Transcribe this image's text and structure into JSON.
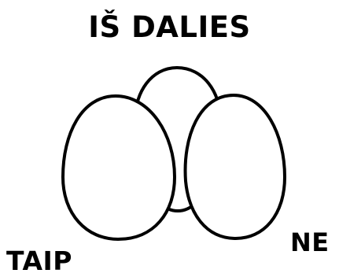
{
  "labels": {
    "top": "IŠ DALIES",
    "left": "TAIP",
    "right": "NE"
  },
  "colors": {
    "stroke": "#000000",
    "fill": "#ffffff",
    "text": "#000000"
  },
  "icons": [
    "egg-icon",
    "egg-icon",
    "egg-icon"
  ]
}
